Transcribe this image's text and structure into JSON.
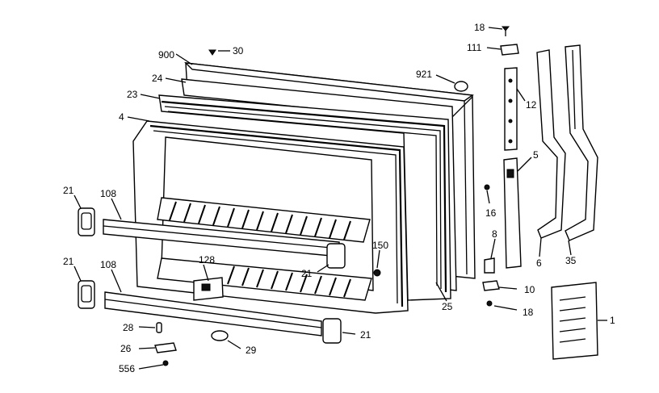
{
  "callouts": {
    "c18_top": "18",
    "c111": "111",
    "c900": "900",
    "c30": "30",
    "c921": "921",
    "c24": "24",
    "c23": "23",
    "c12": "12",
    "c4": "4",
    "c5": "5",
    "c21_ul": "21",
    "c108_upper": "108",
    "c16": "16",
    "c150": "150",
    "c8": "8",
    "c128": "128",
    "c21_ml": "21",
    "c21_ll": "21",
    "c108_lower": "108",
    "c6": "6",
    "c35": "35",
    "c10": "10",
    "c25": "25",
    "c18_low": "18",
    "c1": "1",
    "c28": "28",
    "c21_lr": "21",
    "c26": "26",
    "c29": "29",
    "c556": "556"
  }
}
